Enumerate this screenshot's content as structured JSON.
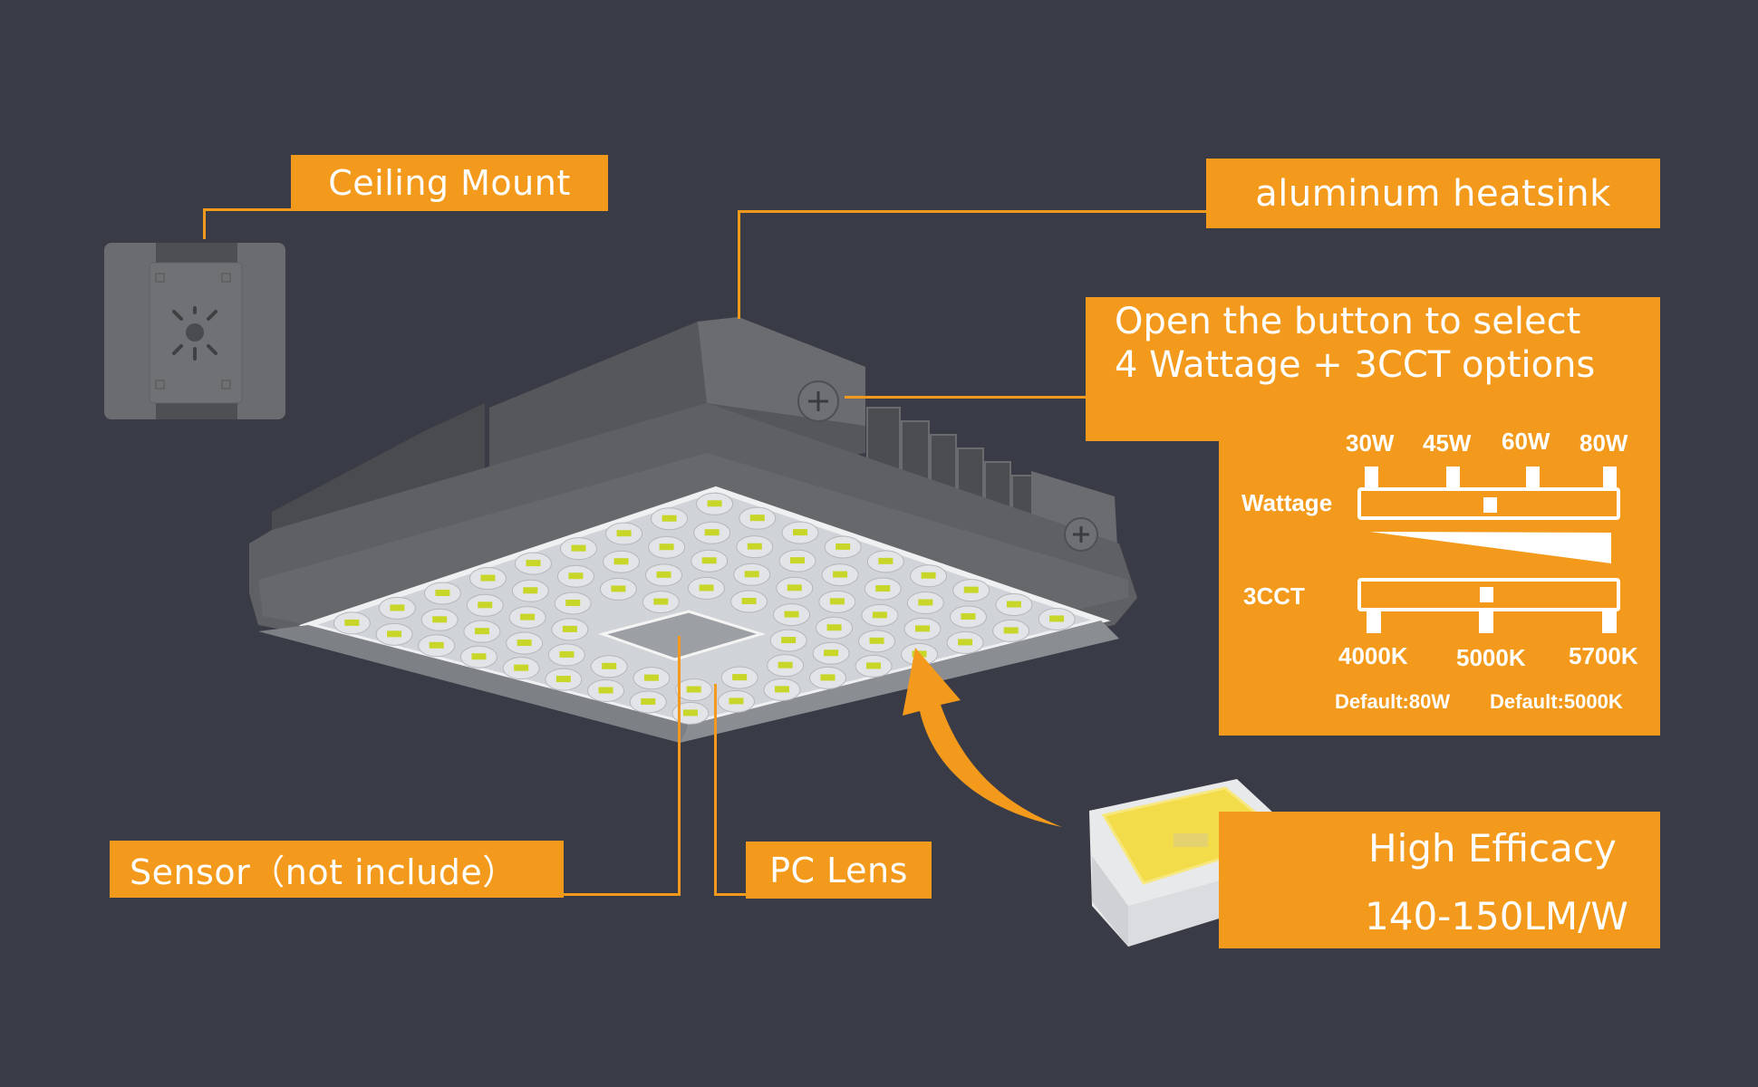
{
  "colors": {
    "background": "#393c46",
    "accent": "#f39a1c",
    "text": "#ffffff",
    "housing": "#5b5d61",
    "lens": "#cfd2d6",
    "led": "#c8d62a"
  },
  "callouts": {
    "ceiling_mount": "Ceiling Mount",
    "heatsink": "aluminum heatsink",
    "sensor": "Sensor（not include）",
    "pc_lens": "PC Lens"
  },
  "options_panel": {
    "title_line1": "Open the button to select",
    "title_line2": "4 Wattage + 3CCT options",
    "wattage": {
      "label": "Wattage",
      "options": [
        "30W",
        "45W",
        "60W",
        "80W"
      ],
      "default": "Default:80W"
    },
    "cct": {
      "label": "3CCT",
      "options": [
        "4000K",
        "5000K",
        "5700K"
      ],
      "default": "Default:5000K"
    }
  },
  "efficacy": {
    "line1": "High Efficacy",
    "line2": "140-150LM/W"
  },
  "icons": {
    "fixture": "canopy-light-fixture-image",
    "bracket": "mounting-bracket-image",
    "led_chip": "smd-led-chip-image",
    "arrow": "curved-arrow-icon",
    "screw": "screw-icon"
  }
}
